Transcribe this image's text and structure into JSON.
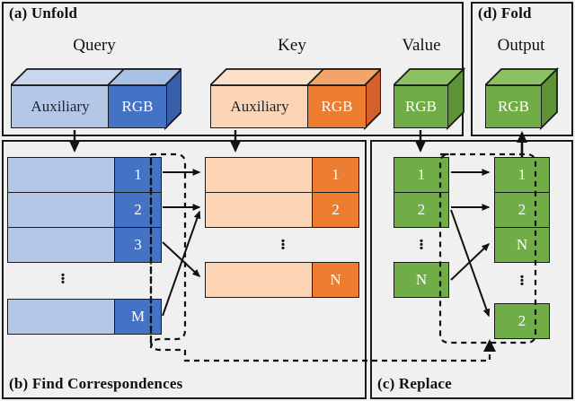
{
  "figure": {
    "background": "#f0f0f0",
    "colors": {
      "blue_light": "#b4c7e7",
      "blue_dark": "#4472c4",
      "blue_top": "#c9d7ee",
      "blue_side": "#3860a8",
      "orange_light": "#fbd5b5",
      "orange_dark": "#ed7d31",
      "orange_top": "#fde0c8",
      "orange_side": "#d2622a",
      "green": "#70ad47",
      "green_top": "#8cc163",
      "green_side": "#5e9338",
      "outline": "#1a1a1a"
    }
  },
  "panels": [
    {
      "id": "a",
      "label": "(a) Unfold"
    },
    {
      "id": "b",
      "label": "(b) Find Correspondences"
    },
    {
      "id": "c",
      "label": "(c) Replace"
    },
    {
      "id": "d",
      "label": "(d) Fold"
    }
  ],
  "unfold": {
    "query": {
      "title": "Query",
      "aux_label": "Auxiliary",
      "rgb_label": "RGB"
    },
    "key": {
      "title": "Key",
      "aux_label": "Auxiliary",
      "rgb_label": "RGB"
    },
    "value": {
      "title": "Value",
      "rgb_label": "RGB"
    }
  },
  "fold": {
    "output": {
      "title": "Output",
      "rgb_label": "RGB"
    }
  },
  "find_correspondences": {
    "query_rows": [
      {
        "index": "1",
        "has_aux": true
      },
      {
        "index": "2",
        "has_aux": true
      },
      {
        "index": "3",
        "has_aux": true
      },
      {
        "index": "⋮",
        "has_aux": false
      },
      {
        "index": "M",
        "has_aux": true
      }
    ],
    "key_rows": [
      {
        "index": "1",
        "has_aux": true
      },
      {
        "index": "2",
        "has_aux": true
      },
      {
        "index": "⋮",
        "has_aux": false
      },
      {
        "index": "N",
        "has_aux": true
      }
    ],
    "matches": [
      {
        "from": "1",
        "to": "1"
      },
      {
        "from": "2",
        "to": "2"
      },
      {
        "from": "3",
        "to": "N"
      },
      {
        "from": "M",
        "to": "2"
      }
    ]
  },
  "replace": {
    "value_rows": [
      {
        "index": "1"
      },
      {
        "index": "2"
      },
      {
        "index": "⋮"
      },
      {
        "index": "N"
      }
    ],
    "output_rows": [
      {
        "index": "1"
      },
      {
        "index": "2"
      },
      {
        "index": "N"
      },
      {
        "index": "⋮"
      },
      {
        "index": "2"
      }
    ],
    "matches": [
      {
        "from": "1",
        "to": "1"
      },
      {
        "from": "2",
        "to": "2"
      },
      {
        "from": "2b",
        "to": "bottom-2"
      },
      {
        "from": "N",
        "to": "N"
      }
    ]
  },
  "dots_glyph": "⋮"
}
